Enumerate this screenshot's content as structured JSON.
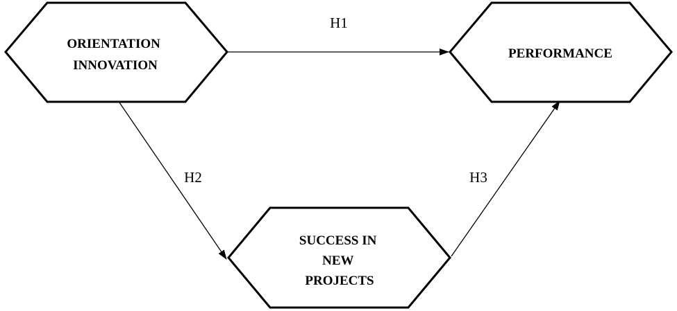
{
  "diagram": {
    "nodes": {
      "orientation": {
        "lines": [
          "ORIENTATION",
          "INNOVATION"
        ]
      },
      "performance": {
        "lines": [
          "PERFORMANCE"
        ]
      },
      "success": {
        "lines": [
          "SUCCESS IN",
          "NEW",
          "PROJECTS"
        ]
      }
    },
    "edges": {
      "h1": {
        "label": "H1",
        "from": "ORIENTATION INNOVATION",
        "to": "PERFORMANCE"
      },
      "h2": {
        "label": "H2",
        "from": "ORIENTATION INNOVATION",
        "to": "SUCCESS IN NEW PROJECTS"
      },
      "h3": {
        "label": "H3",
        "from": "SUCCESS IN NEW PROJECTS",
        "to": "PERFORMANCE"
      }
    }
  }
}
